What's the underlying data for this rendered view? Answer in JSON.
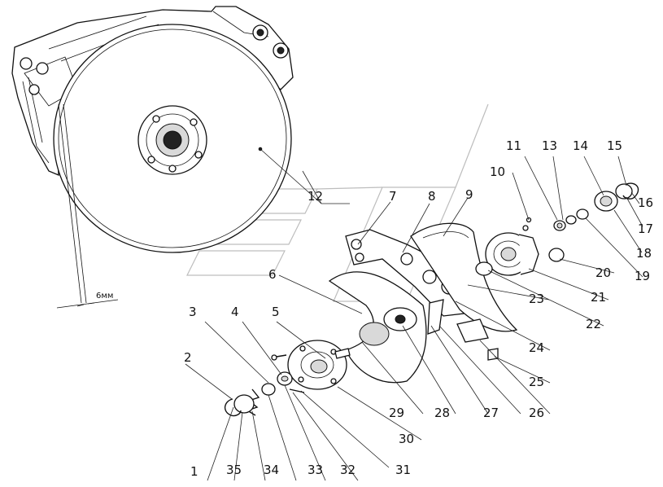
{
  "diagram": {
    "dimension_label": "6мм",
    "callouts": [
      {
        "id": "c1",
        "label": "1"
      },
      {
        "id": "c2",
        "label": "2"
      },
      {
        "id": "c3",
        "label": "3"
      },
      {
        "id": "c4",
        "label": "4"
      },
      {
        "id": "c5",
        "label": "5"
      },
      {
        "id": "c6",
        "label": "6"
      },
      {
        "id": "c7",
        "label": "7"
      },
      {
        "id": "c8",
        "label": "8"
      },
      {
        "id": "c9",
        "label": "9"
      },
      {
        "id": "c10",
        "label": "10"
      },
      {
        "id": "c11",
        "label": "11"
      },
      {
        "id": "c12",
        "label": "12"
      },
      {
        "id": "c13",
        "label": "13"
      },
      {
        "id": "c14",
        "label": "14"
      },
      {
        "id": "c15",
        "label": "15"
      },
      {
        "id": "c16",
        "label": "16"
      },
      {
        "id": "c17",
        "label": "17"
      },
      {
        "id": "c18",
        "label": "18"
      },
      {
        "id": "c19",
        "label": "19"
      },
      {
        "id": "c20",
        "label": "20"
      },
      {
        "id": "c21",
        "label": "21"
      },
      {
        "id": "c22",
        "label": "22"
      },
      {
        "id": "c23",
        "label": "23"
      },
      {
        "id": "c24",
        "label": "24"
      },
      {
        "id": "c25",
        "label": "25"
      },
      {
        "id": "c26",
        "label": "26"
      },
      {
        "id": "c27",
        "label": "27"
      },
      {
        "id": "c28",
        "label": "28"
      },
      {
        "id": "c29",
        "label": "29"
      },
      {
        "id": "c30",
        "label": "30"
      },
      {
        "id": "c31",
        "label": "31"
      },
      {
        "id": "c32",
        "label": "32"
      },
      {
        "id": "c33",
        "label": "33"
      },
      {
        "id": "c34",
        "label": "34"
      },
      {
        "id": "c35",
        "label": "35"
      }
    ]
  }
}
